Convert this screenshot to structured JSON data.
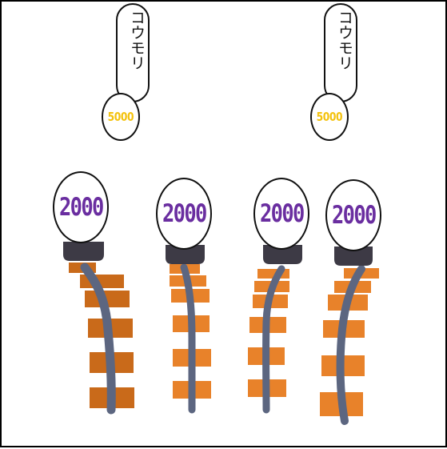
{
  "bats": [
    {
      "name": "コウモリ",
      "reward": "5000"
    },
    {
      "name": "コウモリ",
      "reward": "5000"
    }
  ],
  "lanes": [
    {
      "value": "2000"
    },
    {
      "value": "2000"
    },
    {
      "value": "2000"
    },
    {
      "value": "2000"
    }
  ],
  "colors": {
    "plank": "#e8822a",
    "plank_dark": "#c96a1a",
    "rope": "#5c6680",
    "cap": "#3d3a45",
    "coin_text": "#f4c20d",
    "bubble_text": "#6a2ea0"
  }
}
